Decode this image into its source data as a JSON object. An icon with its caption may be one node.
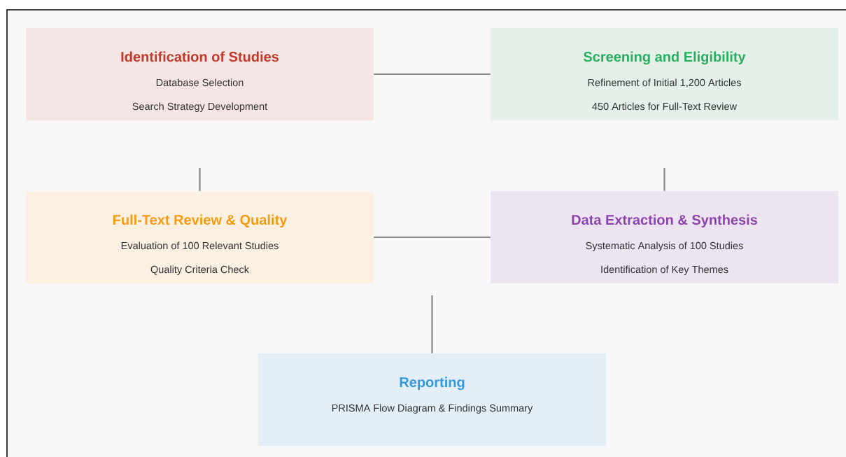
{
  "diagram": {
    "nodes": [
      {
        "text": [
          "Identification of Studies",
          "Database Selection",
          "Search Strategy Development"
        ]
      },
      {
        "text": [
          "Screening and Eligibility",
          "Refinement of Initial 1,200 Articles",
          "450 Articles for Full-Text Review"
        ]
      },
      {
        "text": [
          "Full-Text Review & Quality",
          "Evaluation of 100 Relevant Studies",
          "Quality Criteria Check"
        ]
      },
      {
        "text": [
          "Data Extraction & Synthesis",
          "Systematic Analysis of 100 Studies",
          "Identification of Key Themes"
        ]
      },
      {
        "text": [
          "Reporting",
          "PRISMA Flow Diagram & Findings Summary"
        ]
      }
    ],
    "edges": [
      {
        "from": 0,
        "to": 1,
        "arrow": "none"
      },
      {
        "from": null,
        "to": 2,
        "arrow": "none"
      },
      {
        "from": null,
        "to": 3,
        "arrow": "none"
      },
      {
        "from": 2,
        "to": 3,
        "arrow": "none"
      },
      {
        "from": null,
        "to": 4,
        "arrow": "none"
      }
    ]
  }
}
